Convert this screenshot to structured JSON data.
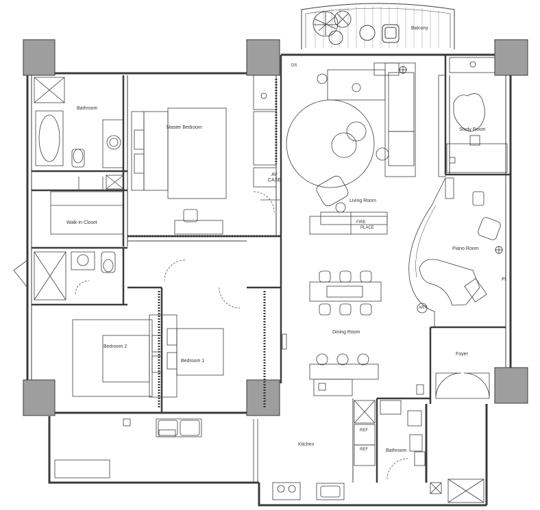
{
  "rooms": {
    "balcony": "Balcony",
    "ds": "DS",
    "bathroom": "Bathroom",
    "master_bedroom": "Master Bedroom",
    "av_case_line1": "AV",
    "av_case_line2": "CASE",
    "study_room": "Study Room",
    "living_room": "Living Room",
    "walk_in_closet": "Walk-in Closet",
    "fire_place_line1": "FIRE",
    "fire_place_line2": "PLACE",
    "piano_room": "Piano Room",
    "pi_cut": "Pi",
    "art": "ART",
    "dining_room": "Dining Room",
    "bedroom2": "Bedroom 2",
    "bedroom1": "Bedroom 1",
    "foyer": "Foyer",
    "kitchen": "Kitchen",
    "ref1": "REF",
    "ref2": "REF",
    "bathroom2": "Bathroom"
  },
  "colors": {
    "wall": "#3a3a3a",
    "column": "#9e9e9e",
    "line": "#555555",
    "furniture_fill": "#ffffff"
  }
}
